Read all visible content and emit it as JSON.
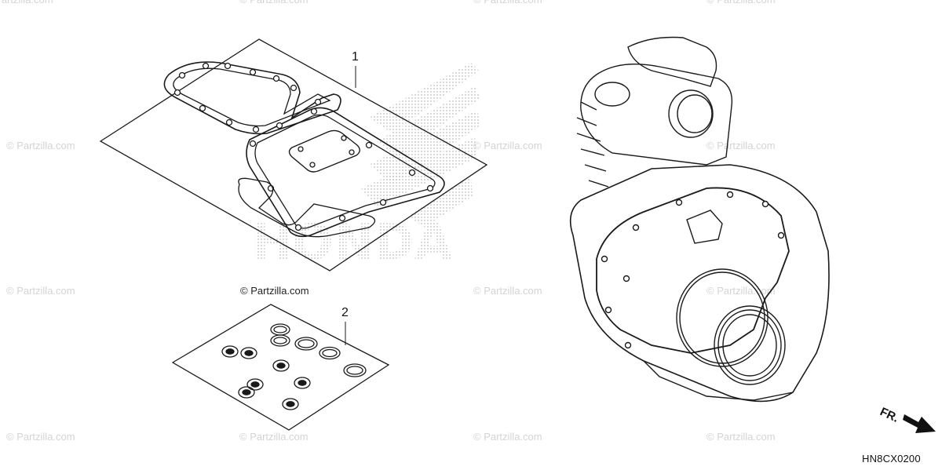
{
  "watermark": {
    "text": "© Partzilla.com",
    "text_short": "© Partzilla.com"
  },
  "brand_watermark": {
    "text": "HONDA",
    "color": "#bdbdbd"
  },
  "callouts": {
    "part1": "1",
    "part2": "2"
  },
  "direction_label": "FR.",
  "diagram_code": "HN8CX0200",
  "colors": {
    "line": "#1a1a1a",
    "watermark": "#d4d4d4"
  }
}
